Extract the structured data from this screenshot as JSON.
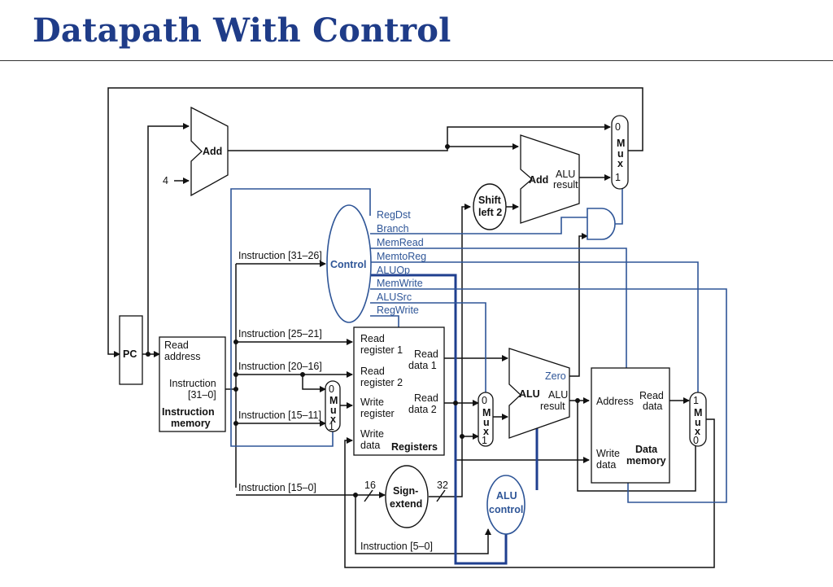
{
  "title": "Datapath With Control",
  "labels": {
    "add_top": "Add",
    "add_alu": "Add",
    "alu_result_top": "ALU",
    "alu_result_bottom": "result",
    "four": "4",
    "shift_1": "Shift",
    "shift_2": "left 2",
    "mux": [
      "M",
      "u",
      "x"
    ],
    "mux_0": "0",
    "mux_1": "1",
    "pc": "PC",
    "read_address_1": "Read",
    "read_address_2": "address",
    "instruction_1": "Instruction",
    "instruction_2": "[31–0]",
    "imem_1": "Instruction",
    "imem_2": "memory",
    "control": "Control",
    "regdst": "RegDst",
    "branch": "Branch",
    "memread": "MemRead",
    "memtoreg": "MemtoReg",
    "aluop": "ALUOp",
    "memwrite": "MemWrite",
    "alusrc": "ALUSrc",
    "regwrite": "RegWrite",
    "inst_31_26": "Instruction [31–26]",
    "inst_25_21": "Instruction [25–21]",
    "inst_20_16": "Instruction [20–16]",
    "inst_15_11": "Instruction [15–11]",
    "inst_15_0": "Instruction [15–0]",
    "inst_5_0": "Instruction [5–0]",
    "read_register_1a": "Read",
    "read_register_1b": "register 1",
    "read_register_2a": "Read",
    "read_register_2b": "register 2",
    "write_register_a": "Write",
    "write_register_b": "register",
    "write_data_a": "Write",
    "write_data_b": "data",
    "registers": "Registers",
    "read_data_1a": "Read",
    "read_data_1b": "data 1",
    "read_data_2a": "Read",
    "read_data_2b": "data 2",
    "sixteen": "16",
    "thirtytwo": "32",
    "sign_1": "Sign-",
    "sign_2": "extend",
    "alu": "ALU",
    "zero": "Zero",
    "alu_result_a": "ALU",
    "alu_result_b": "result",
    "alu_control_1": "ALU",
    "alu_control_2": "control",
    "address": "Address",
    "dm_read_1": "Read",
    "dm_read_2": "data",
    "dm_write_1": "Write",
    "dm_write_2": "data",
    "dm_1": "Data",
    "dm_2": "memory"
  },
  "colors": {
    "title": "#1f3c88",
    "control_wire": "#2e5597",
    "wire": "#111111"
  }
}
